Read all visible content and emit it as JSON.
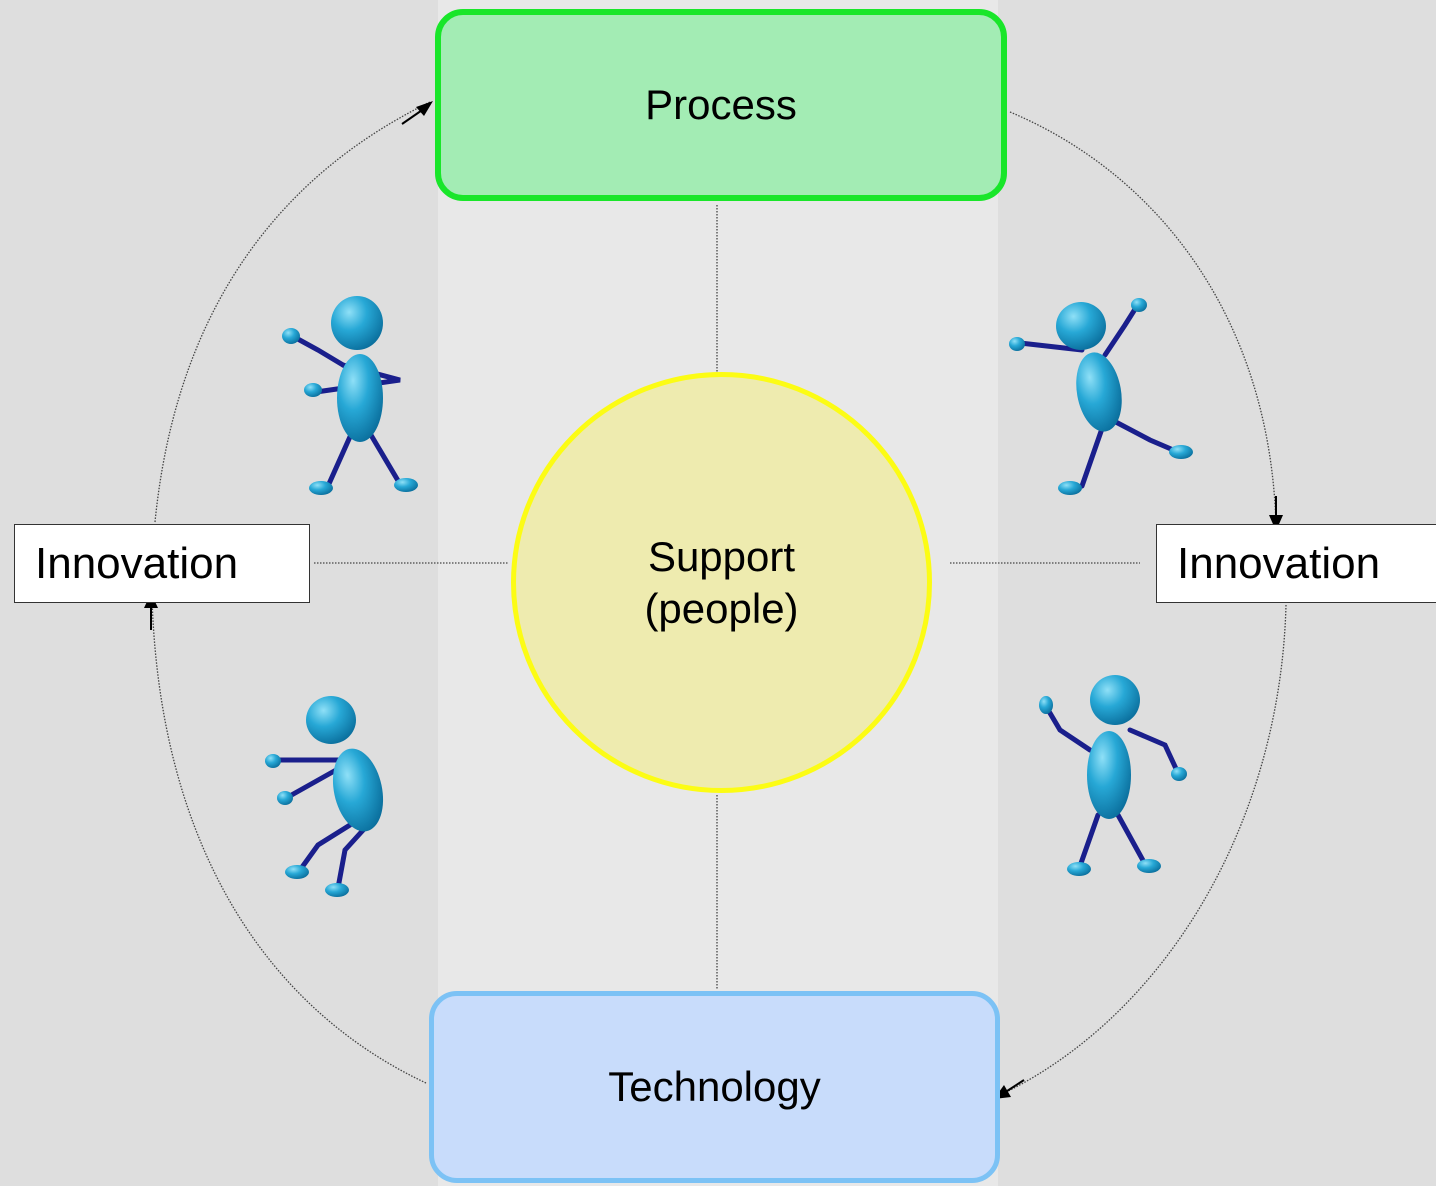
{
  "diagram": {
    "process_label": "Process",
    "technology_label": "Technology",
    "support_line1": "Support",
    "support_line2": "(people)",
    "innovation_left_label": "Innovation",
    "innovation_right_label": "Innovation"
  },
  "colors": {
    "background": "#dedede",
    "center_band": "#e8e8e8",
    "process_fill": "#a3ecb4",
    "process_border": "#19e62a",
    "technology_fill": "#c8dcfb",
    "technology_border": "#7cc2f5",
    "support_fill": "#eeebaf",
    "support_border": "#fcfc14",
    "figure_body": "#1e9cc9",
    "figure_limb": "#1a1f8c"
  },
  "icons": {
    "figures": [
      "stick-figure-pointing-icon",
      "stick-figure-jumping-icon",
      "stick-figure-sitting-icon",
      "stick-figure-thinking-icon"
    ]
  }
}
